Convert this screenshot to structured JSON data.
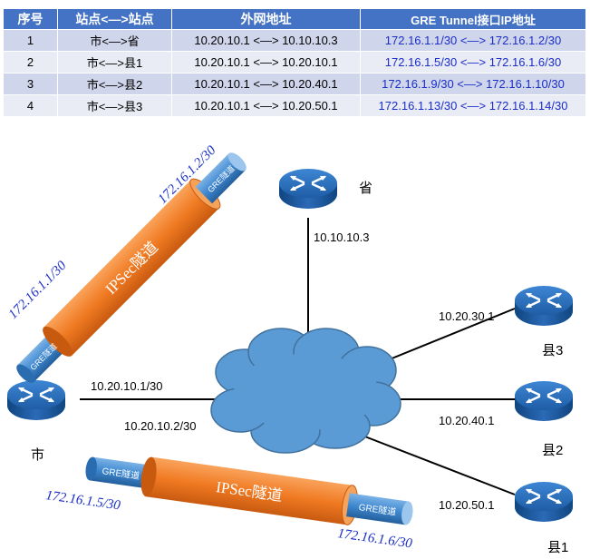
{
  "table": {
    "headers": [
      "序号",
      "站点<—>站点",
      "外网地址",
      "GRE Tunnel接口IP地址"
    ],
    "rows": [
      {
        "no": "1",
        "sites": "市<—>省",
        "wan": "10.20.10.1  <—>  10.10.10.3",
        "gre": "172.16.1.1/30  <—>  172.16.1.2/30"
      },
      {
        "no": "2",
        "sites": "市<—>县1",
        "wan": "10.20.10.1  <—>  10.20.10.1",
        "gre": "172.16.1.5/30  <—>  172.16.1.6/30"
      },
      {
        "no": "3",
        "sites": "市<—>县2",
        "wan": "10.20.10.1  <—>  10.20.40.1",
        "gre": "172.16.1.9/30  <—>  172.16.1.10/30"
      },
      {
        "no": "4",
        "sites": "市<—>县3",
        "wan": "10.20.10.1  <—>  10.20.50.1",
        "gre": "172.16.1.13/30  <—>  172.16.1.14/30"
      }
    ]
  },
  "sites": {
    "sheng": {
      "name": "省",
      "ip": "10.10.10.3"
    },
    "shi": {
      "name": "市",
      "ip": "10.20.10.1/30",
      "gw": "10.20.10.2/30"
    },
    "xian3": {
      "name": "县3",
      "ip": "10.20.30.1"
    },
    "xian2": {
      "name": "县2",
      "ip": "10.20.40.1"
    },
    "xian1": {
      "name": "县1",
      "ip": "10.20.50.1"
    }
  },
  "tunnels": {
    "upper": {
      "ipsec": "IPSec隧道",
      "gre_a": "GRE隧道",
      "gre_b": "GRE隧道",
      "ip_a": "172.16.1.1/30",
      "ip_b": "172.16.1.2/30"
    },
    "lower": {
      "ipsec": "IPSec隧道",
      "gre_a": "GRE隧道",
      "gre_b": "GRE隧道",
      "ip_a": "172.16.1.5/30",
      "ip_b": "172.16.1.6/30"
    }
  },
  "colors": {
    "header": "#4472c4",
    "row_dark": "#cfd5ea",
    "row_light": "#e9ebf5",
    "router": "#2b68b0",
    "cloud": "#5b9bd5",
    "tunnel_ipsec": "#f07a22",
    "tunnel_gre": "#3f88d0",
    "ip_text": "#1a2ec8"
  }
}
